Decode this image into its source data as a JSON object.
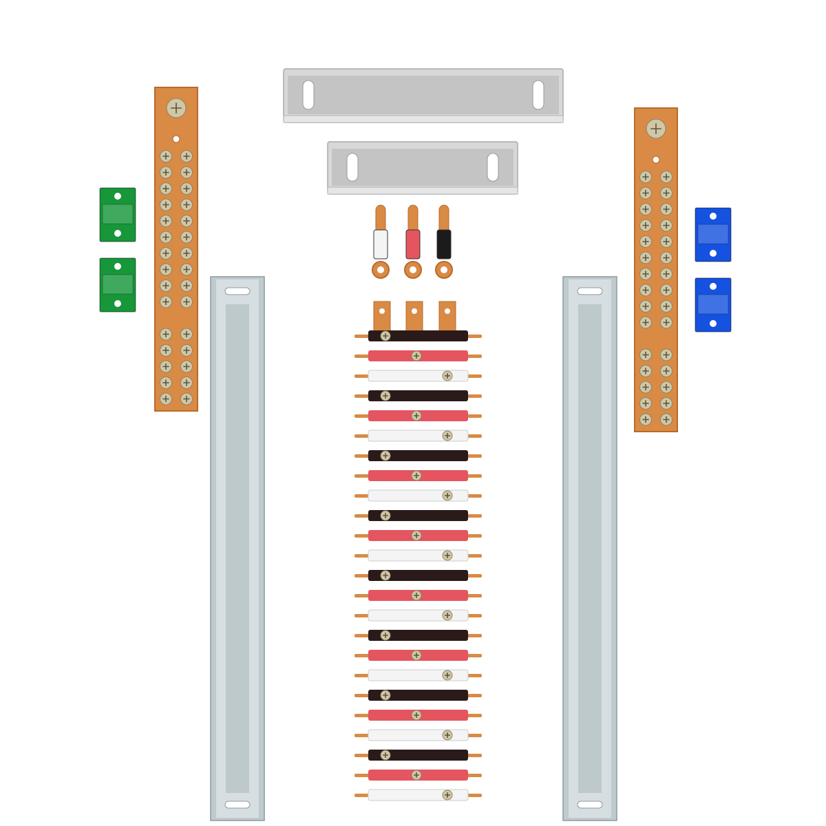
{
  "colors": {
    "background": "#ffffff",
    "copper": "#d98a45",
    "copper_dark": "#b86a2a",
    "screw": "#cfc7a6",
    "green": "#17963a",
    "blue": "#1652e0",
    "rail": "#c9d2d6",
    "plate": "#c4c4c4",
    "red": "#e4555f",
    "black": "#2b1a1a",
    "white": "#f4f4f4"
  },
  "components": {
    "copper_bar_count": 2,
    "green_block_count": 2,
    "blue_block_count": 2,
    "din_rail_count": 2,
    "mounting_plate_count": 2,
    "cable_terminal_count": 3,
    "comb_busbar_rows": 24
  }
}
